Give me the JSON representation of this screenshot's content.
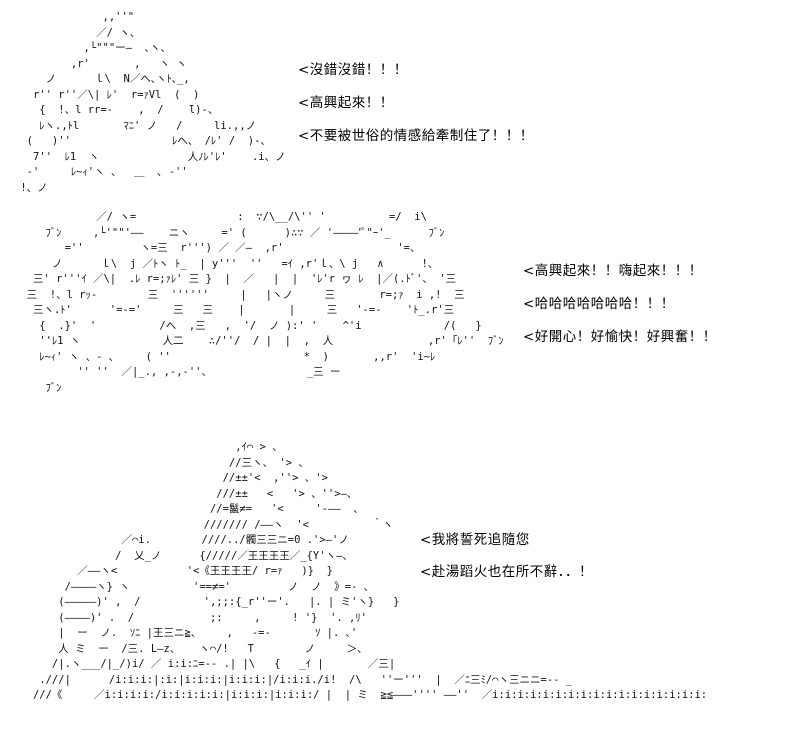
{
  "panel1": {
    "lines": [
      "沒錯沒錯！！！",
      "高興起來！！",
      "不要被世俗的情感給牽制住了！！！"
    ]
  },
  "panel2": {
    "lines": [
      "高興起來！！嗨起來！！！",
      "哈哈哈哈哈哈哈！！！",
      "好開心！好愉快！好興奮！！"
    ]
  },
  "panel3": {
    "lines": [
      "我將誓死追隨您",
      "赴湯蹈火也在所不辭．．！"
    ]
  }
}
